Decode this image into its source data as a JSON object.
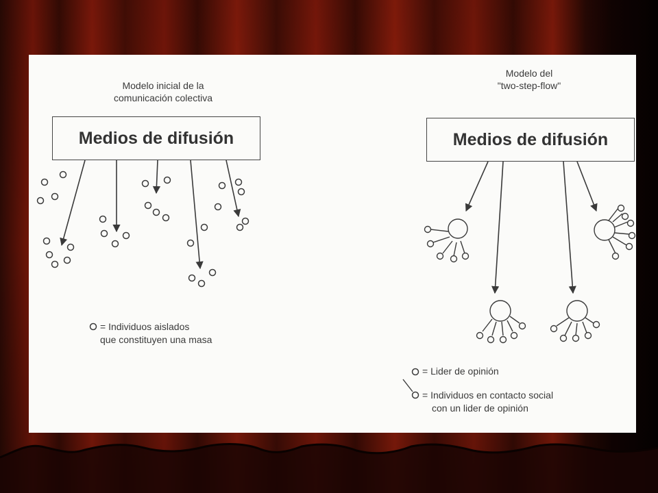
{
  "left": {
    "title_line1": "Modelo inicial de la",
    "title_line2": "comunicación colectiva",
    "box_label": "Medios de difusión",
    "legend_line1": "= Individuos aislados",
    "legend_line2": "que constituyen una masa"
  },
  "right": {
    "title_line1": "Modelo del",
    "title_line2": "\"two-step-flow\"",
    "box_label": "Medios de difusión",
    "legend1": "= Lider de opinión",
    "legend2_line1": "= Individuos en contacto social",
    "legend2_line2": "con un lider de opinión"
  },
  "colors": {
    "curtain_dark": "#2a0904",
    "curtain_red": "#8c1a0b",
    "ink": "#3a3a3a",
    "paper": "#fbfbf9"
  }
}
